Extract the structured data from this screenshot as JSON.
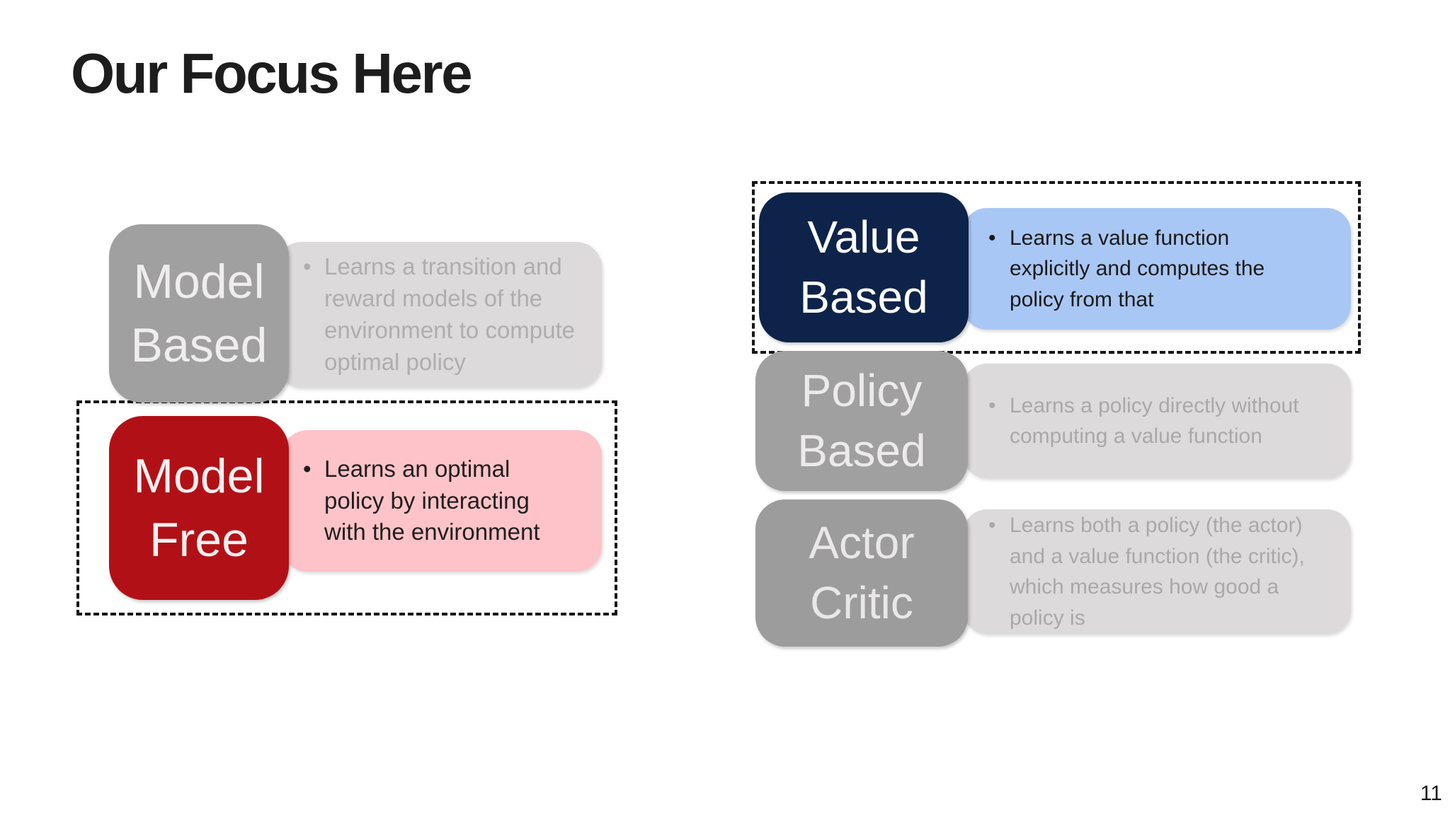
{
  "slide": {
    "title": "Our Focus Here",
    "page_number": "11",
    "bullet_char": "•"
  },
  "colors": {
    "highlight_red": "#b11116",
    "highlight_pink": "#fdc3c8",
    "highlight_navy": "#0e2349",
    "highlight_blue": "#a9c7f4",
    "inactive_gray": "#a1a0a0",
    "inactive_desc_gray": "#dcdadb",
    "dashed_outline": "#151515"
  },
  "left_diagram": {
    "rows": [
      {
        "label": "Model Based",
        "desc": "Learns a transition and reward models of the environment to compute optimal policy",
        "state": "inactive"
      },
      {
        "label": "Model Free",
        "desc": "Learns an optimal policy by interacting with the environment",
        "state": "highlighted"
      }
    ]
  },
  "right_diagram": {
    "rows": [
      {
        "label": "Value Based",
        "desc": "Learns a value function explicitly and computes the policy from that",
        "state": "highlighted"
      },
      {
        "label": "Policy Based",
        "desc": "Learns a policy directly without computing a value function",
        "state": "inactive"
      },
      {
        "label": "Actor Critic",
        "desc": "Learns both a policy (the actor) and a value function (the critic), which measures how good a policy is",
        "state": "inactive"
      }
    ]
  }
}
